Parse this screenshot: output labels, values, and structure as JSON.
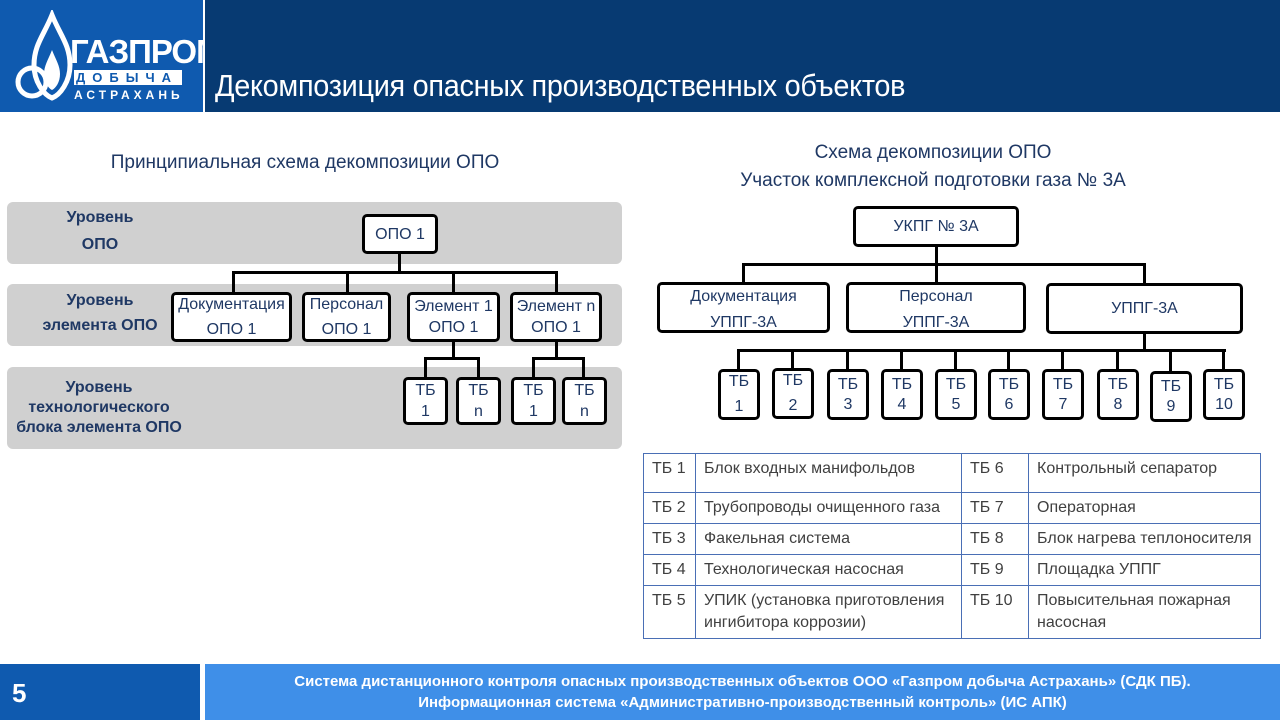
{
  "header": {
    "logo": {
      "word1": "ГАЗПРОМ",
      "word2": "ДОБЫЧА",
      "word3": "АСТРАХАНЬ"
    },
    "title": "Декомпозиция опасных производственных объектов",
    "colors": {
      "logo_bg": "#0f5aaf",
      "title_bg": "#073a72"
    }
  },
  "left_schema": {
    "title": "Принципиальная схема декомпозиции ОПО",
    "levels": [
      {
        "line1": "Уровень",
        "line2": "ОПО",
        "line3": ""
      },
      {
        "line1": "Уровень",
        "line2": "элемента ОПО",
        "line3": ""
      },
      {
        "line1": "Уровень",
        "line2": "технологического",
        "line3": "блока элемента ОПО"
      }
    ],
    "root": "ОПО 1",
    "elements": [
      {
        "line1": "Документация",
        "line2": "ОПО 1"
      },
      {
        "line1": "Персонал",
        "line2": "ОПО 1"
      },
      {
        "line1": "Элемент 1",
        "line2": "ОПО 1"
      },
      {
        "line1": "Элемент n",
        "line2": "ОПО 1"
      }
    ],
    "blocks": [
      {
        "line1": "ТБ",
        "line2": "1"
      },
      {
        "line1": "ТБ",
        "line2": "n"
      },
      {
        "line1": "ТБ",
        "line2": "1"
      },
      {
        "line1": "ТБ",
        "line2": "n"
      }
    ]
  },
  "right_schema": {
    "title_line1": "Схема декомпозиции ОПО",
    "title_line2": "Участок комплексной подготовки газа № 3А",
    "root": "УКПГ № 3А",
    "elements": [
      {
        "line1": "Документация",
        "line2": "УППГ-3А"
      },
      {
        "line1": "Персонал",
        "line2": "УППГ-3А"
      },
      {
        "line1": "УППГ-3А",
        "line2": ""
      }
    ],
    "blocks": [
      {
        "line1": "ТБ",
        "line2": "1"
      },
      {
        "line1": "ТБ",
        "line2": "2"
      },
      {
        "line1": "ТБ",
        "line2": "3"
      },
      {
        "line1": "ТБ",
        "line2": "4"
      },
      {
        "line1": "ТБ",
        "line2": "5"
      },
      {
        "line1": "ТБ",
        "line2": "6"
      },
      {
        "line1": "ТБ",
        "line2": "7"
      },
      {
        "line1": "ТБ",
        "line2": "8"
      },
      {
        "line1": "ТБ",
        "line2": "9"
      },
      {
        "line1": "ТБ",
        "line2": "10"
      }
    ]
  },
  "legend": [
    [
      "ТБ 1",
      "Блок входных манифольдов",
      "ТБ 6",
      "Контрольный сепаратор"
    ],
    [
      "ТБ 2",
      "Трубопроводы очищенного газа",
      "ТБ 7",
      "Операторная"
    ],
    [
      "ТБ 3",
      "Факельная система",
      "ТБ 8",
      "Блок нагрева теплоносителя"
    ],
    [
      "ТБ 4",
      "Технологическая насосная",
      "ТБ 9",
      "Площадка УППГ"
    ],
    [
      "ТБ 5",
      "УПИК (установка приготовления ингибитора коррозии)",
      "ТБ 10",
      "Повысительная пожарная насосная"
    ]
  ],
  "footer": {
    "page_number": "5",
    "line1": "Система дистанционного контроля опасных производственных объектов ООО «Газпром добыча Астрахань» (СДК ПБ).",
    "line2": "Информационная система «Административно-производственный контроль» (ИС АПК)"
  }
}
